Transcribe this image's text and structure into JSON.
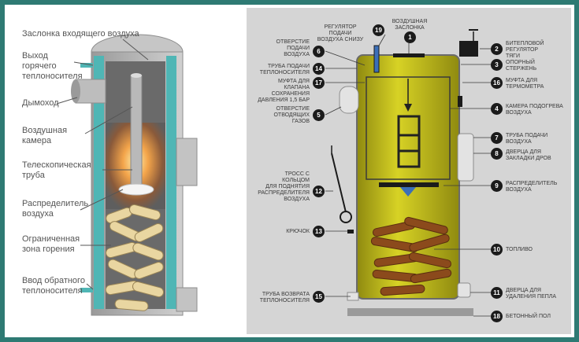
{
  "left_labels": {
    "air_damper": "Заслонка входящего воздуха",
    "hot_outlet": "Выход\nгорячего\nтеплоносителя",
    "chimney": "Дымоход",
    "air_chamber": "Воздушная\nкамера",
    "telescopic_pipe": "Телескопическая\nтруба",
    "air_distributor": "Распределитель\nвоздуха",
    "burn_zone": "Ограниченная\nзона горения",
    "return_inlet": "Ввод обратного\nтеплоносителя"
  },
  "right_items": [
    {
      "num": "1",
      "label": "ВОЗДУШНАЯ\nЗАСЛОНКА"
    },
    {
      "num": "2",
      "label": "БИТЕПЛОВОЙ\nРЕГУЛЯТОР\nТЯГИ"
    },
    {
      "num": "3",
      "label": "ОПОРНЫЙ\nСТЕРЖЕНЬ"
    },
    {
      "num": "4",
      "label": "КАМЕРА ПОДОГРЕВА\nВОЗДУХА"
    },
    {
      "num": "5",
      "label": "ОТВЕРСТИЕ\nОТВОДЯЩИХ\nГАЗОВ"
    },
    {
      "num": "6",
      "label": "ОТВЕРСТИЕ\nПОДАЧИ\nВОЗДУХА"
    },
    {
      "num": "7",
      "label": "ТРУБА ПОДАЧИ\nВОЗДУХА"
    },
    {
      "num": "8",
      "label": "ДВЕРЦА ДЛЯ\nЗАКЛАДКИ ДРОВ"
    },
    {
      "num": "9",
      "label": "РАСПРЕДЕЛИТЕЛЬ\nВОЗДУХА"
    },
    {
      "num": "10",
      "label": "ТОПЛИВО"
    },
    {
      "num": "11",
      "label": "ДВЕРЦА ДЛЯ\nУДАЛЕНИЯ ПЕПЛА"
    },
    {
      "num": "12",
      "label": "ТРОСС С\nКОЛЬЦОМ\nДЛЯ ПОДНЯТИЯ\nРАСПРЕДЕЛИТЕЛЯ\nВОЗДУХА"
    },
    {
      "num": "13",
      "label": "КРЮЧОК"
    },
    {
      "num": "14",
      "label": "ТРУБА ПОДАЧИ\nТЕПЛОНОСИТЕЛЯ"
    },
    {
      "num": "15",
      "label": "ТРУБА ВОЗВРАТА\nТЕПЛОНОСИТЕЛЯ"
    },
    {
      "num": "16",
      "label": "МУФТА ДЛЯ\nТЕРМОМЕТРА"
    },
    {
      "num": "17",
      "label": "МУФТА ДЛЯ\nКЛАПАНА\nСОХРАНЕНИЯ\nДАВЛЕНИЯ 1,5 БАР"
    },
    {
      "num": "18",
      "label": "БЕТОННЫЙ ПОЛ"
    },
    {
      "num": "19",
      "label": "РЕГУЛЯТОР ПОДАЧИ\nВОЗДУХА СНИЗУ"
    }
  ],
  "colors": {
    "frame": "#2e7a73",
    "insulation": "#4fb6b5",
    "boiler_yellow": "#c9c41a",
    "right_bg": "#d5d5d5"
  }
}
